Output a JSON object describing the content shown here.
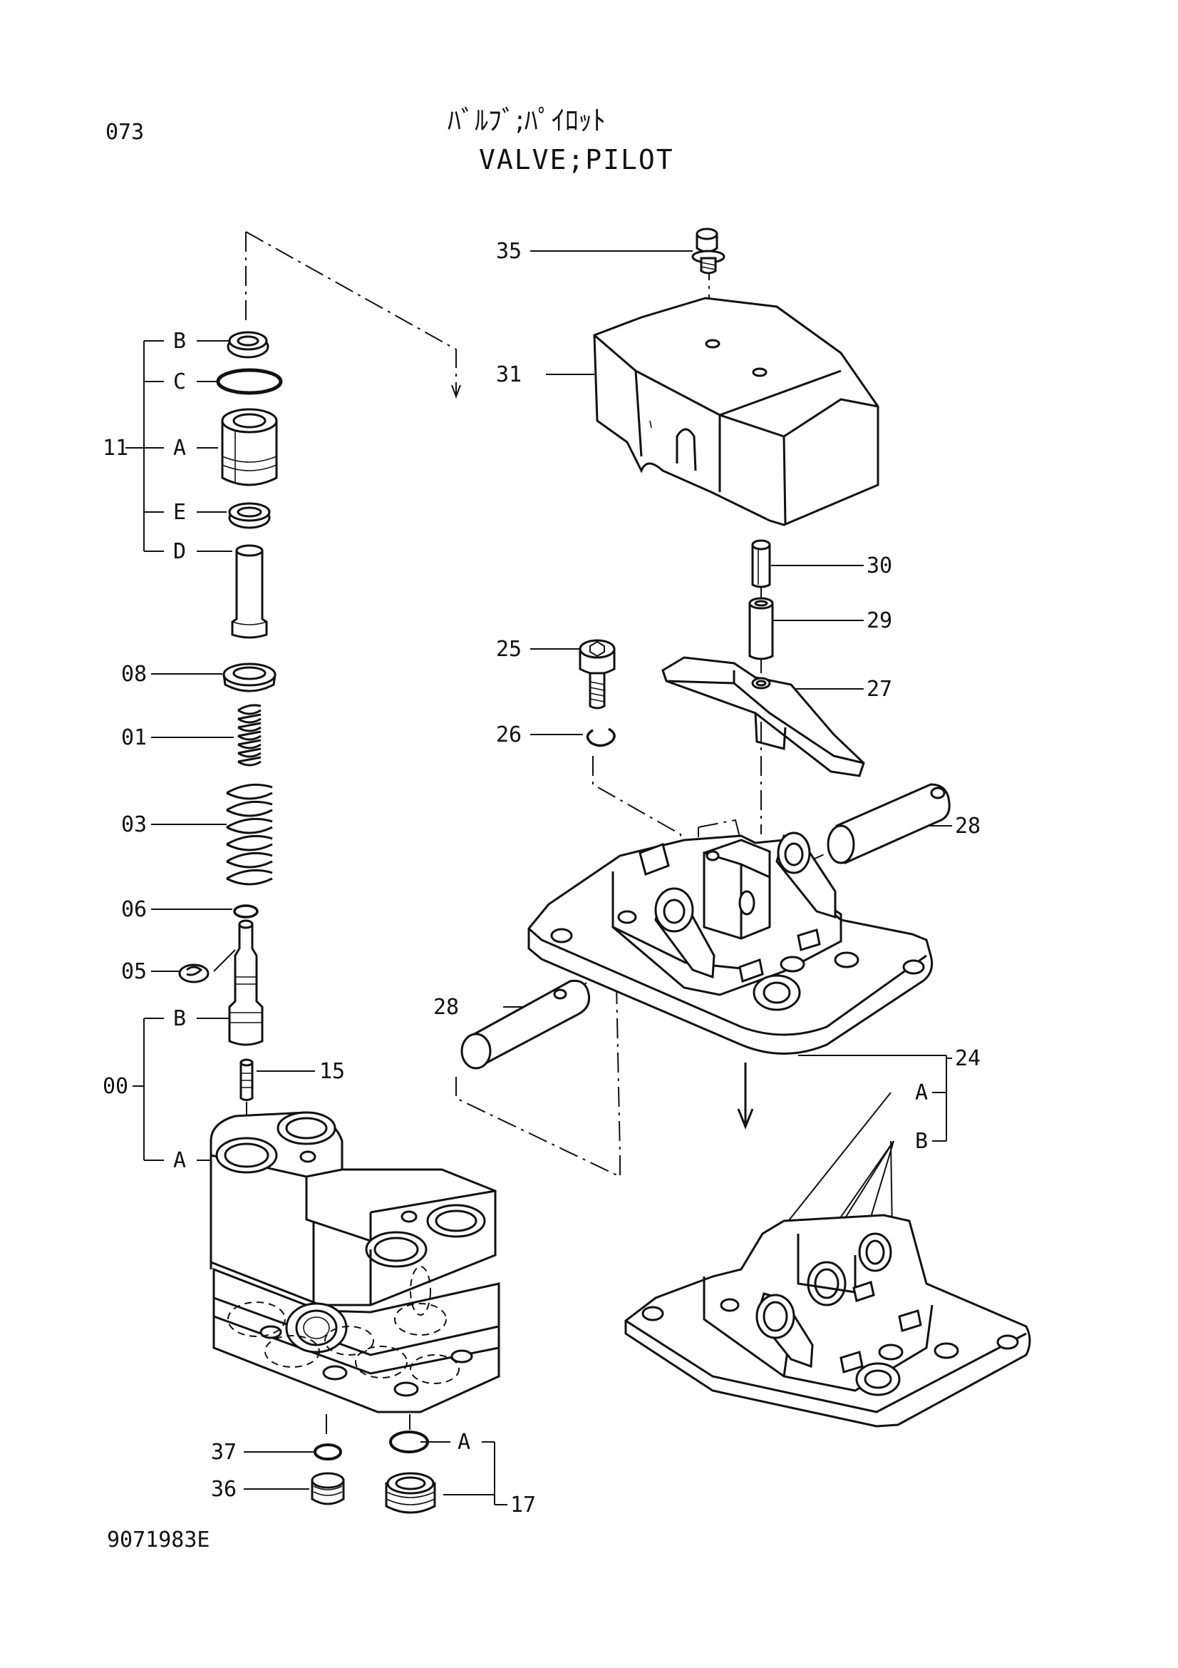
{
  "header": {
    "page_number": "073",
    "title_jp": "ﾊﾞﾙﾌﾞ;ﾊﾟｲﾛｯﾄ",
    "title_en": "VALVE;PILOT"
  },
  "footer": {
    "drawing_number": "9071983E"
  },
  "callouts": {
    "group_11": "11",
    "group_00": "00",
    "group_24": "24",
    "group_17": "17",
    "p11_b": "B",
    "p11_c": "C",
    "p11_a": "A",
    "p11_e": "E",
    "p11_d": "D",
    "p00_b": "B",
    "p00_a": "A",
    "p24_a": "A",
    "p24_b": "B",
    "p17_a": "A",
    "p08": "08",
    "p01": "01",
    "p03": "03",
    "p06": "06",
    "p05": "05",
    "p15": "15",
    "p37": "37",
    "p36": "36",
    "p35": "35",
    "p31": "31",
    "p30": "30",
    "p29": "29",
    "p25": "25",
    "p27": "27",
    "p26": "26",
    "p28_right": "28",
    "p28_left": "28"
  }
}
